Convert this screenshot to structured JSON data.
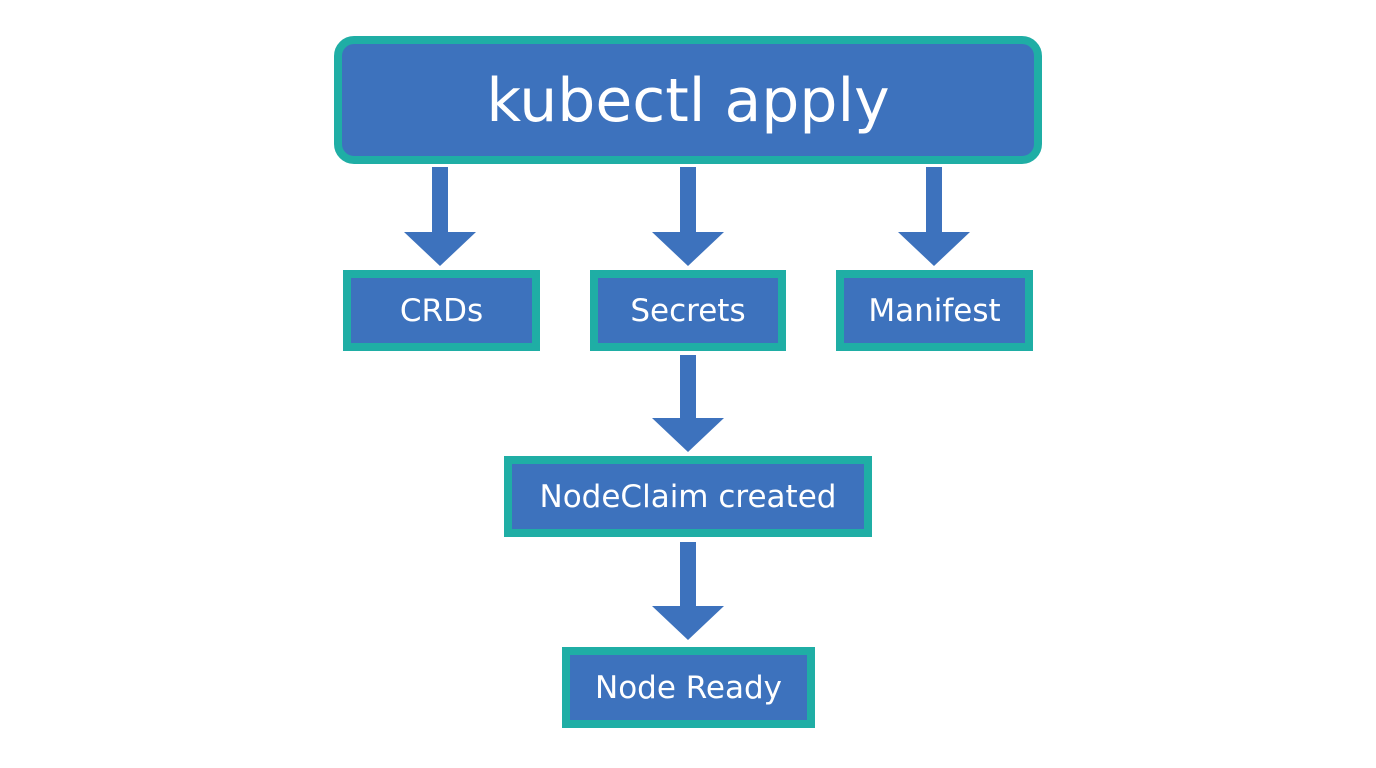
{
  "diagram": {
    "title_node": "kubectl apply",
    "level_one": {
      "crds": "CRDs",
      "secrets": "Secrets",
      "manifest": "Manifest"
    },
    "nodeclaim": "NodeClaim created",
    "node_ready": "Node Ready"
  },
  "colors": {
    "box_fill": "#3d72bd",
    "box_border": "#1faea5",
    "arrow": "#3d72bd",
    "text": "#ffffff",
    "background": "#ffffff"
  },
  "icons": {
    "arrow": "down-arrow-icon"
  }
}
